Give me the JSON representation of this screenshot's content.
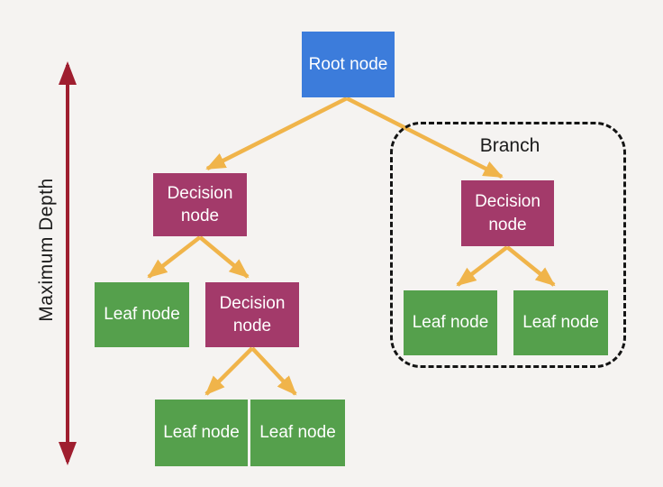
{
  "diagram": {
    "title_hidden": "",
    "depth_axis": {
      "label": "Maximum Depth"
    },
    "branch": {
      "label": "Branch"
    },
    "nodes": {
      "root": {
        "label": "Root node",
        "type": "root"
      },
      "decision_left": {
        "label": "Decision node",
        "type": "decision"
      },
      "leaf_left": {
        "label": "Leaf node",
        "type": "leaf"
      },
      "decision_mid": {
        "label": "Decision node",
        "type": "decision"
      },
      "leaf_bottom_left": {
        "label": "Leaf node",
        "type": "leaf"
      },
      "leaf_bottom_right": {
        "label": "Leaf node",
        "type": "leaf"
      },
      "decision_branch": {
        "label": "Decision node",
        "type": "decision"
      },
      "leaf_branch_left": {
        "label": "Leaf node",
        "type": "leaf"
      },
      "leaf_branch_right": {
        "label": "Leaf node",
        "type": "leaf"
      }
    },
    "edges": [
      {
        "from": "root",
        "to": "decision_left"
      },
      {
        "from": "root",
        "to": "decision_branch"
      },
      {
        "from": "decision_left",
        "to": "leaf_left"
      },
      {
        "from": "decision_left",
        "to": "decision_mid"
      },
      {
        "from": "decision_mid",
        "to": "leaf_bottom_left"
      },
      {
        "from": "decision_mid",
        "to": "leaf_bottom_right"
      },
      {
        "from": "decision_branch",
        "to": "leaf_branch_left"
      },
      {
        "from": "decision_branch",
        "to": "leaf_branch_right"
      }
    ],
    "colors": {
      "background": "#f5f3f1",
      "root_node": "#3c7cdb",
      "decision_node": "#a33a6a",
      "leaf_node": "#55a04c",
      "connector_arrow": "#f0b44a",
      "depth_arrow": "#9f1e2f",
      "branch_border": "#141414",
      "node_text": "#ffffff",
      "label_text": "#1b1b1b"
    }
  }
}
